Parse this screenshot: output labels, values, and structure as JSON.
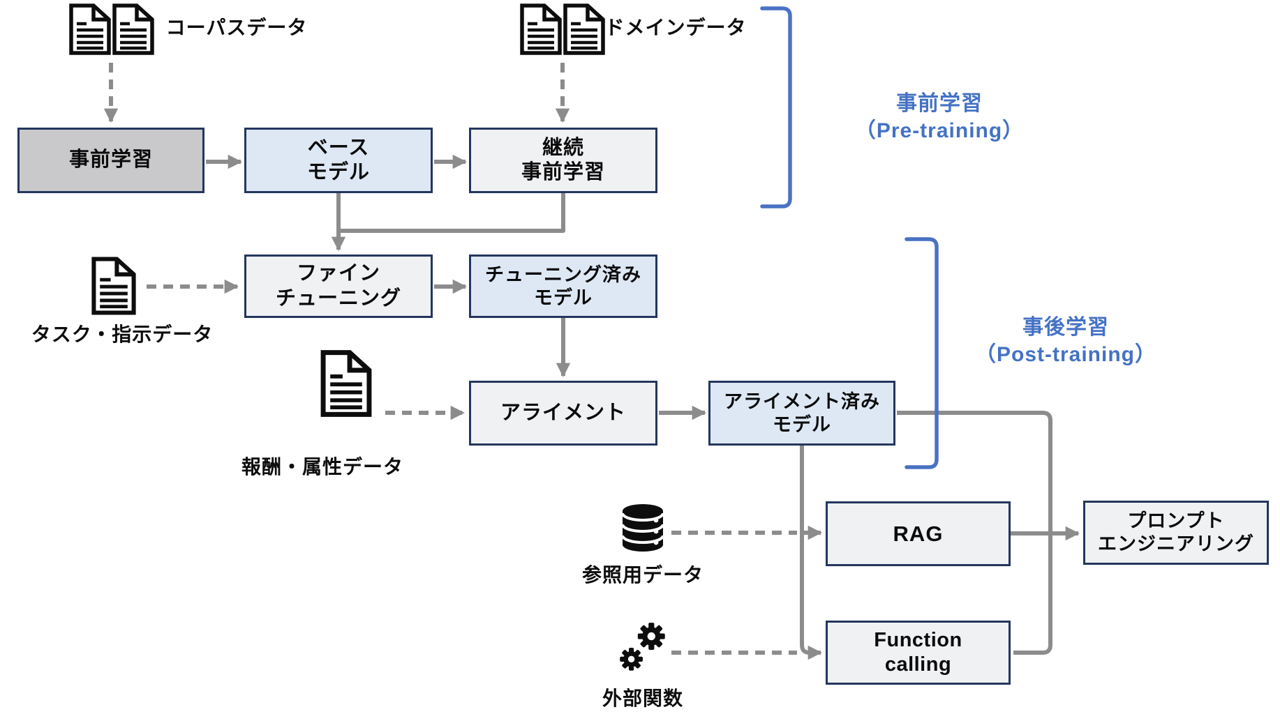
{
  "diagram_title": "LLM training pipeline (pre-training / post-training) flow diagram",
  "nodes": {
    "pretrain": {
      "line1": "事前学習"
    },
    "base": {
      "line1": "ベース",
      "line2": "モデル"
    },
    "continual": {
      "line1": "継続",
      "line2": "事前学習"
    },
    "finetune": {
      "line1": "ファイン",
      "line2": "チューニング"
    },
    "tuned": {
      "line1": "チューニング済み",
      "line2": "モデル"
    },
    "alignment": {
      "line1": "アライメント"
    },
    "aligned": {
      "line1": "アライメント済み",
      "line2": "モデル"
    },
    "rag": {
      "line1": "RAG"
    },
    "function_calling": {
      "line1": "Function",
      "line2": "calling"
    },
    "prompt_engineering": {
      "line1": "プロンプト",
      "line2": "エンジニアリング"
    }
  },
  "data_labels": {
    "corpus": "コーパスデータ",
    "domain": "ドメインデータ",
    "task": "タスク・指示データ",
    "reward": "報酬・属性データ",
    "reference": "参照用データ",
    "external_functions": "外部関数"
  },
  "stage_labels": {
    "pretraining": {
      "line1": "事前学習",
      "line2": "（Pre-training）"
    },
    "posttraining": {
      "line1": "事後学習",
      "line2": "（Post-training）"
    }
  },
  "icons": {
    "corpus": "documents-icon",
    "domain": "documents-icon",
    "task": "document-icon",
    "reward": "document-icon",
    "reference": "database-icon",
    "external_functions": "gears-icon"
  },
  "colors": {
    "box_border": "#24365E",
    "box_fill_gray": "#C9C9CB",
    "box_fill_light": "#F0F1F3",
    "box_fill_blue": "#DEE8F5",
    "connector_gray": "#8C8C8C",
    "accent_blue": "#4472C4",
    "icon_black": "#0d0d0d",
    "background": "#ffffff"
  }
}
